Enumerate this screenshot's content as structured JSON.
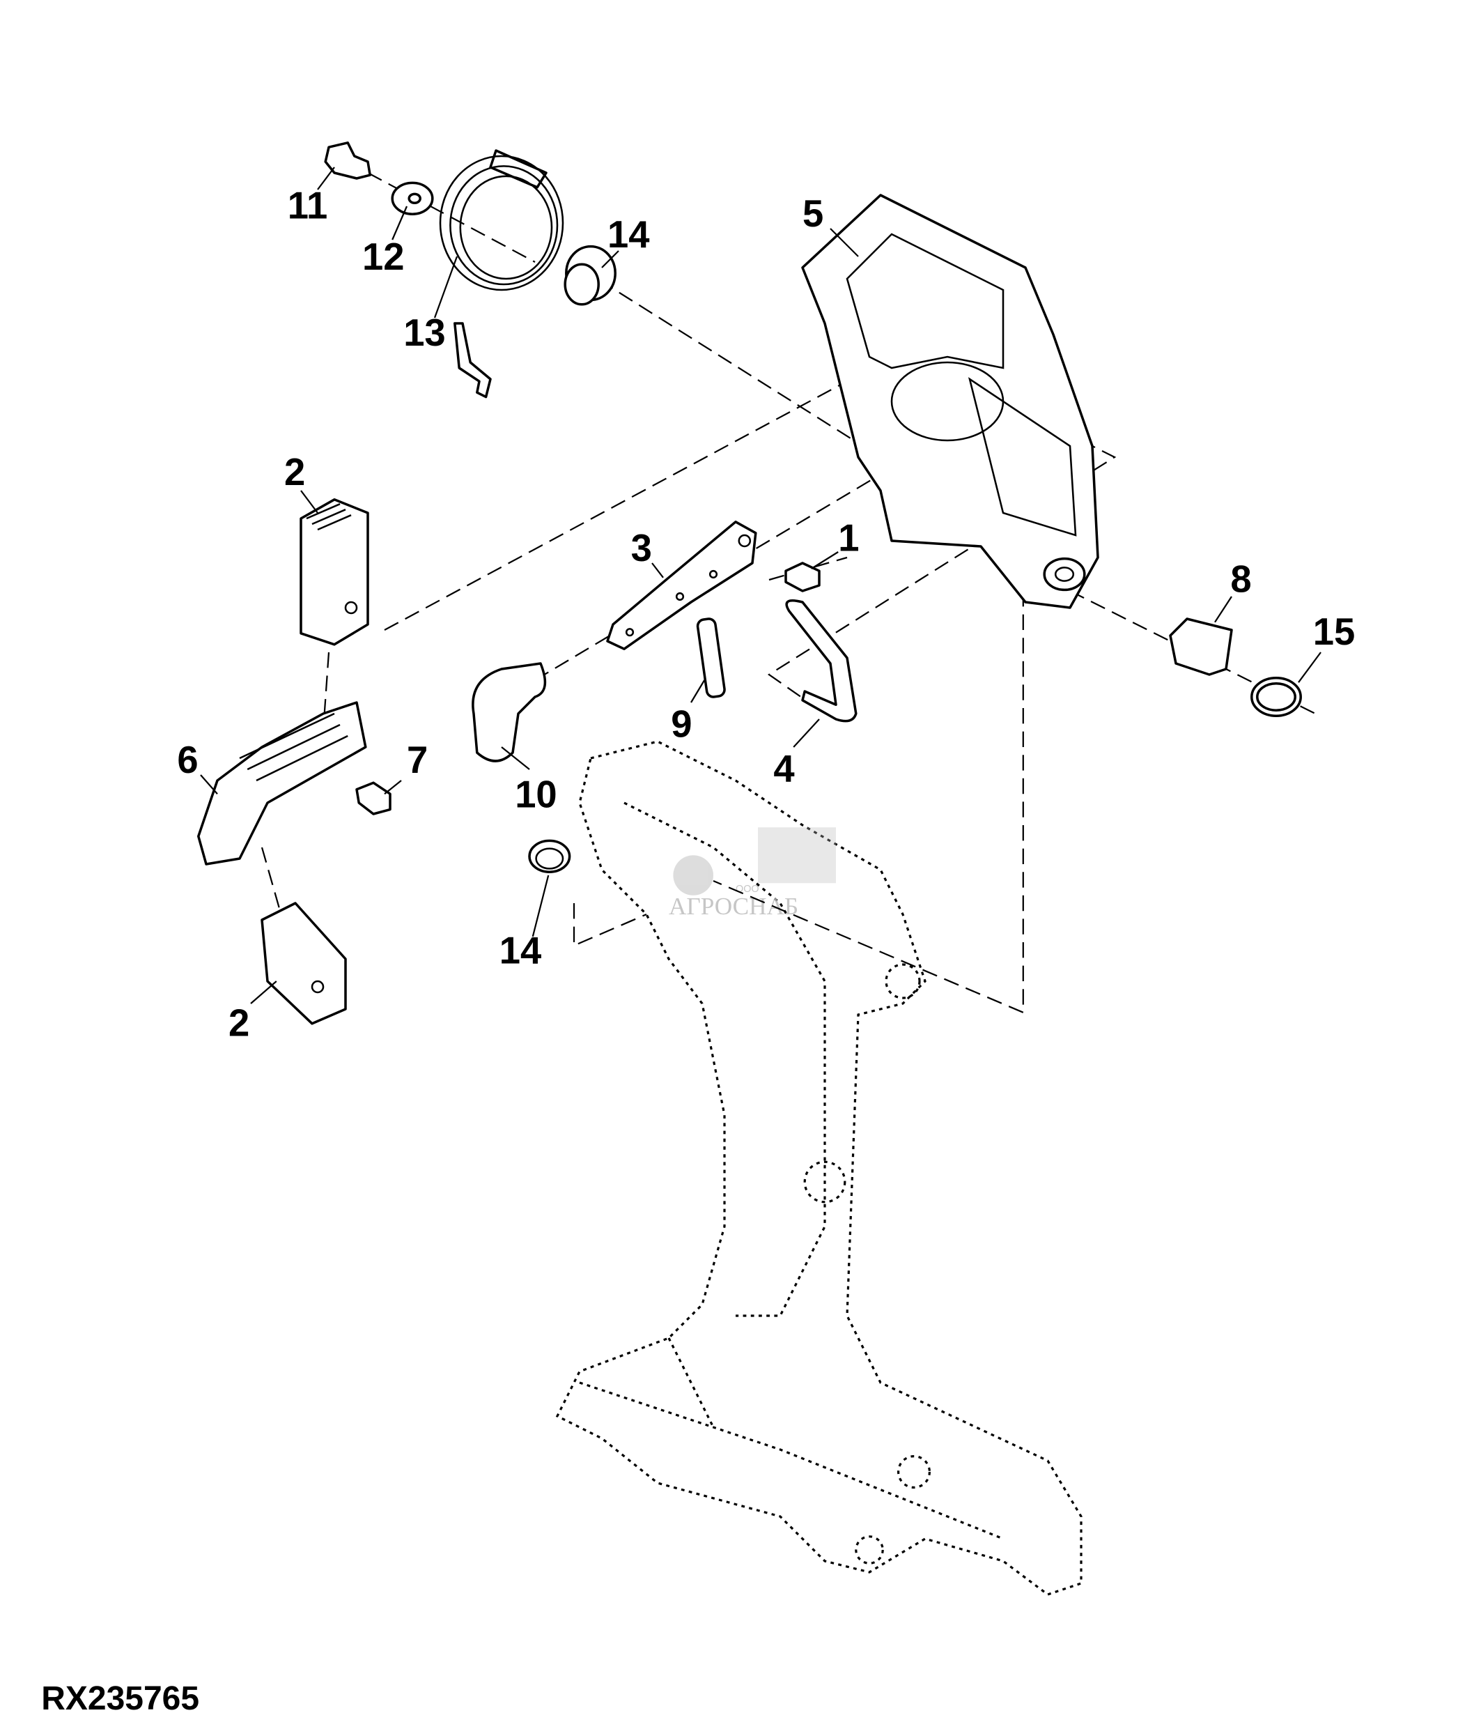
{
  "figure_id": "RX235765",
  "watermark": {
    "prefix": "ООО",
    "name": "АГРОСНАБ"
  },
  "callouts": {
    "c11": "11",
    "c12": "12",
    "c13": "13",
    "c14a": "14",
    "c5": "5",
    "c2a": "2",
    "c3": "3",
    "c1": "1",
    "c8": "8",
    "c15": "15",
    "c9": "9",
    "c4": "4",
    "c10": "10",
    "c6": "6",
    "c7": "7",
    "c14b": "14",
    "c2b": "2"
  }
}
